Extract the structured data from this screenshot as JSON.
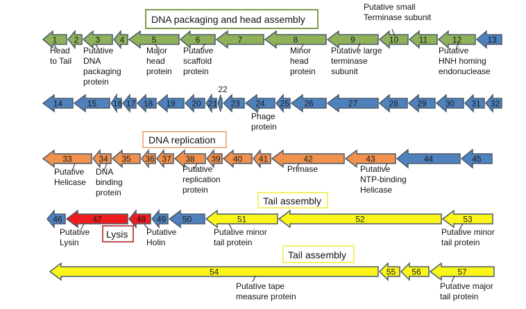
{
  "title": "Phage genome map",
  "colors": {
    "packaging": "#8eb15a",
    "other": "#4f81bd",
    "replication": "#f0914e",
    "lysis": "#ee1c1c",
    "tail": "#fbf51a",
    "outline": "#4a5a6a",
    "box_packaging": "#7f9a4a",
    "box_replication": "#f0b48a",
    "box_lysis": "#c0504d",
    "box_tail": "#f5f06a"
  },
  "groups": [
    {
      "id": "packaging",
      "label": "DNA packaging and head assembly"
    },
    {
      "id": "replication",
      "label": "DNA replication"
    },
    {
      "id": "lysis",
      "label": "Lysis"
    },
    {
      "id": "tail1",
      "label": "Tail assembly"
    },
    {
      "id": "tail2",
      "label": "Tail assembly"
    }
  ],
  "genes": [
    {
      "n": "1",
      "cat": "packaging"
    },
    {
      "n": "2",
      "cat": "packaging"
    },
    {
      "n": "3",
      "cat": "packaging"
    },
    {
      "n": "4",
      "cat": "packaging"
    },
    {
      "n": "5",
      "cat": "packaging"
    },
    {
      "n": "6",
      "cat": "packaging"
    },
    {
      "n": "7",
      "cat": "packaging"
    },
    {
      "n": "8",
      "cat": "packaging"
    },
    {
      "n": "9",
      "cat": "packaging"
    },
    {
      "n": "10",
      "cat": "packaging"
    },
    {
      "n": "11",
      "cat": "packaging"
    },
    {
      "n": "12",
      "cat": "packaging"
    },
    {
      "n": "13",
      "cat": "other"
    },
    {
      "n": "14",
      "cat": "other"
    },
    {
      "n": "15",
      "cat": "other"
    },
    {
      "n": "16",
      "cat": "other"
    },
    {
      "n": "17",
      "cat": "other"
    },
    {
      "n": "18",
      "cat": "other"
    },
    {
      "n": "19",
      "cat": "other"
    },
    {
      "n": "20",
      "cat": "other"
    },
    {
      "n": "21",
      "cat": "other"
    },
    {
      "n": "22",
      "cat": "other"
    },
    {
      "n": "23",
      "cat": "other"
    },
    {
      "n": "24",
      "cat": "other"
    },
    {
      "n": "25",
      "cat": "other"
    },
    {
      "n": "26",
      "cat": "other"
    },
    {
      "n": "27",
      "cat": "other"
    },
    {
      "n": "28",
      "cat": "other"
    },
    {
      "n": "29",
      "cat": "other"
    },
    {
      "n": "30",
      "cat": "other"
    },
    {
      "n": "31",
      "cat": "other"
    },
    {
      "n": "32",
      "cat": "other"
    },
    {
      "n": "33",
      "cat": "replication"
    },
    {
      "n": "34",
      "cat": "replication"
    },
    {
      "n": "35",
      "cat": "replication"
    },
    {
      "n": "36",
      "cat": "replication"
    },
    {
      "n": "37",
      "cat": "replication"
    },
    {
      "n": "38",
      "cat": "replication"
    },
    {
      "n": "39",
      "cat": "replication"
    },
    {
      "n": "40",
      "cat": "replication"
    },
    {
      "n": "41",
      "cat": "replication"
    },
    {
      "n": "42",
      "cat": "replication"
    },
    {
      "n": "43",
      "cat": "replication"
    },
    {
      "n": "44",
      "cat": "other"
    },
    {
      "n": "45",
      "cat": "other"
    },
    {
      "n": "46",
      "cat": "other"
    },
    {
      "n": "47",
      "cat": "lysis"
    },
    {
      "n": "48",
      "cat": "lysis"
    },
    {
      "n": "49",
      "cat": "other"
    },
    {
      "n": "50",
      "cat": "other"
    },
    {
      "n": "51",
      "cat": "tail"
    },
    {
      "n": "52",
      "cat": "tail"
    },
    {
      "n": "53",
      "cat": "tail"
    },
    {
      "n": "54",
      "cat": "tail"
    },
    {
      "n": "55",
      "cat": "tail"
    },
    {
      "n": "56",
      "cat": "tail"
    },
    {
      "n": "57",
      "cat": "tail"
    }
  ],
  "annotations": [
    {
      "gene": "1",
      "lines": [
        "Head",
        "to Tail"
      ]
    },
    {
      "gene": "3",
      "lines": [
        "Putative",
        "DNA",
        "packaging",
        "protein"
      ]
    },
    {
      "gene": "5",
      "lines": [
        "Major",
        "head",
        "protein"
      ]
    },
    {
      "gene": "6",
      "lines": [
        "Putative",
        "scaffold",
        "protein"
      ]
    },
    {
      "gene": "8",
      "lines": [
        "Minor",
        "head",
        "protein"
      ]
    },
    {
      "gene": "9",
      "lines": [
        "Putative large",
        "terminase",
        "subunit"
      ]
    },
    {
      "gene": "10",
      "lines": [
        "Putative small",
        "Terminase subunit"
      ]
    },
    {
      "gene": "12",
      "lines": [
        "Putative",
        "HNH homing",
        "endonuclease"
      ]
    },
    {
      "gene": "24",
      "lines": [
        "Phage",
        "protein"
      ]
    },
    {
      "gene": "33",
      "lines": [
        "Putative",
        "Helicase"
      ]
    },
    {
      "gene": "34",
      "lines": [
        "DNA",
        "binding",
        "protein"
      ]
    },
    {
      "gene": "38",
      "lines": [
        "Putative",
        "replication",
        "protein"
      ]
    },
    {
      "gene": "42",
      "lines": [
        "Primase"
      ]
    },
    {
      "gene": "43",
      "lines": [
        "Putative",
        "NTP-binding",
        "Helicase"
      ]
    },
    {
      "gene": "47",
      "lines": [
        "Putative",
        "Lysin"
      ]
    },
    {
      "gene": "48",
      "lines": [
        "Putative",
        "Holin"
      ]
    },
    {
      "gene": "51",
      "lines": [
        "Putative minor",
        "tail protein"
      ]
    },
    {
      "gene": "53",
      "lines": [
        "Putative minor",
        "tail protein"
      ]
    },
    {
      "gene": "54",
      "lines": [
        "Putative tape",
        "measure protein"
      ]
    },
    {
      "gene": "57",
      "lines": [
        "Putative major",
        "tail protein"
      ]
    }
  ]
}
